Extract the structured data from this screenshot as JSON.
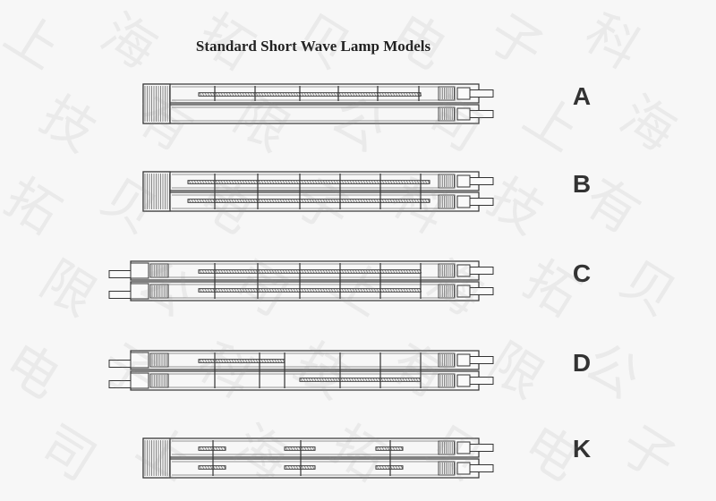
{
  "title": "Standard Short Wave Lamp Models",
  "models": [
    {
      "label": "A",
      "variant": "A"
    },
    {
      "label": "B",
      "variant": "B"
    },
    {
      "label": "C",
      "variant": "C"
    },
    {
      "label": "D",
      "variant": "D"
    },
    {
      "label": "K",
      "variant": "K"
    }
  ],
  "watermark": "上海拓贝电子科技有限公司",
  "colors": {
    "line": "#333333",
    "paper": "#f7f7f7",
    "watermark": "#969696"
  }
}
